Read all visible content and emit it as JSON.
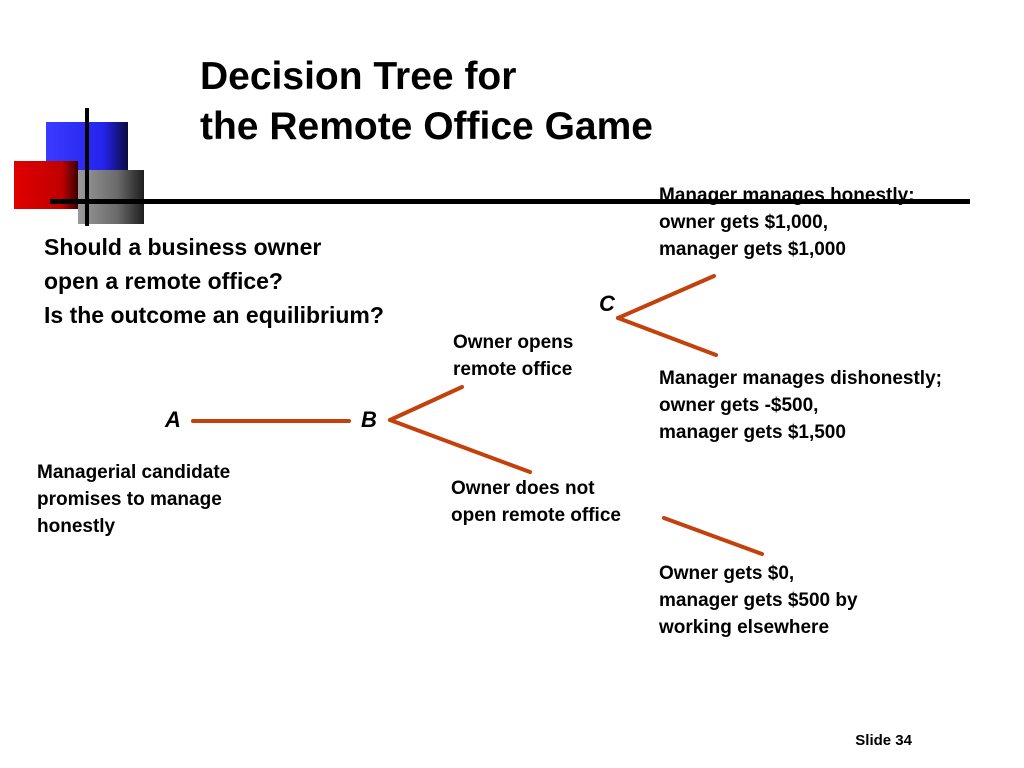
{
  "slide": {
    "title_line1": "Decision Tree for",
    "title_line2": "the Remote Office Game",
    "question_lines": [
      "Should a business owner",
      "open a remote office?",
      "Is the outcome an equilibrium?"
    ],
    "footer": "Slide 34"
  },
  "colors": {
    "edge": "#c2410c",
    "rule": "#000000",
    "deco_blue": "#3030ff",
    "deco_red": "#d40000",
    "deco_gray": "#8a8a8a"
  },
  "tree": {
    "nodes": {
      "A": "A",
      "B": "B",
      "C": "C"
    },
    "a_label": [
      "Managerial candidate",
      "promises to manage",
      "honestly"
    ],
    "opens_label": [
      "Owner opens",
      "remote office"
    ],
    "not_open_label": [
      "Owner does not",
      "open remote office"
    ],
    "honest_outcome": [
      "Manager manages honestly;",
      "owner gets $1,000,",
      "manager gets $1,000"
    ],
    "dishonest_outcome": [
      "Manager manages dishonestly;",
      "owner gets -$500,",
      "manager gets $1,500"
    ],
    "no_office_outcome": [
      "Owner gets $0,",
      "manager gets $500 by",
      "working elsewhere"
    ]
  }
}
